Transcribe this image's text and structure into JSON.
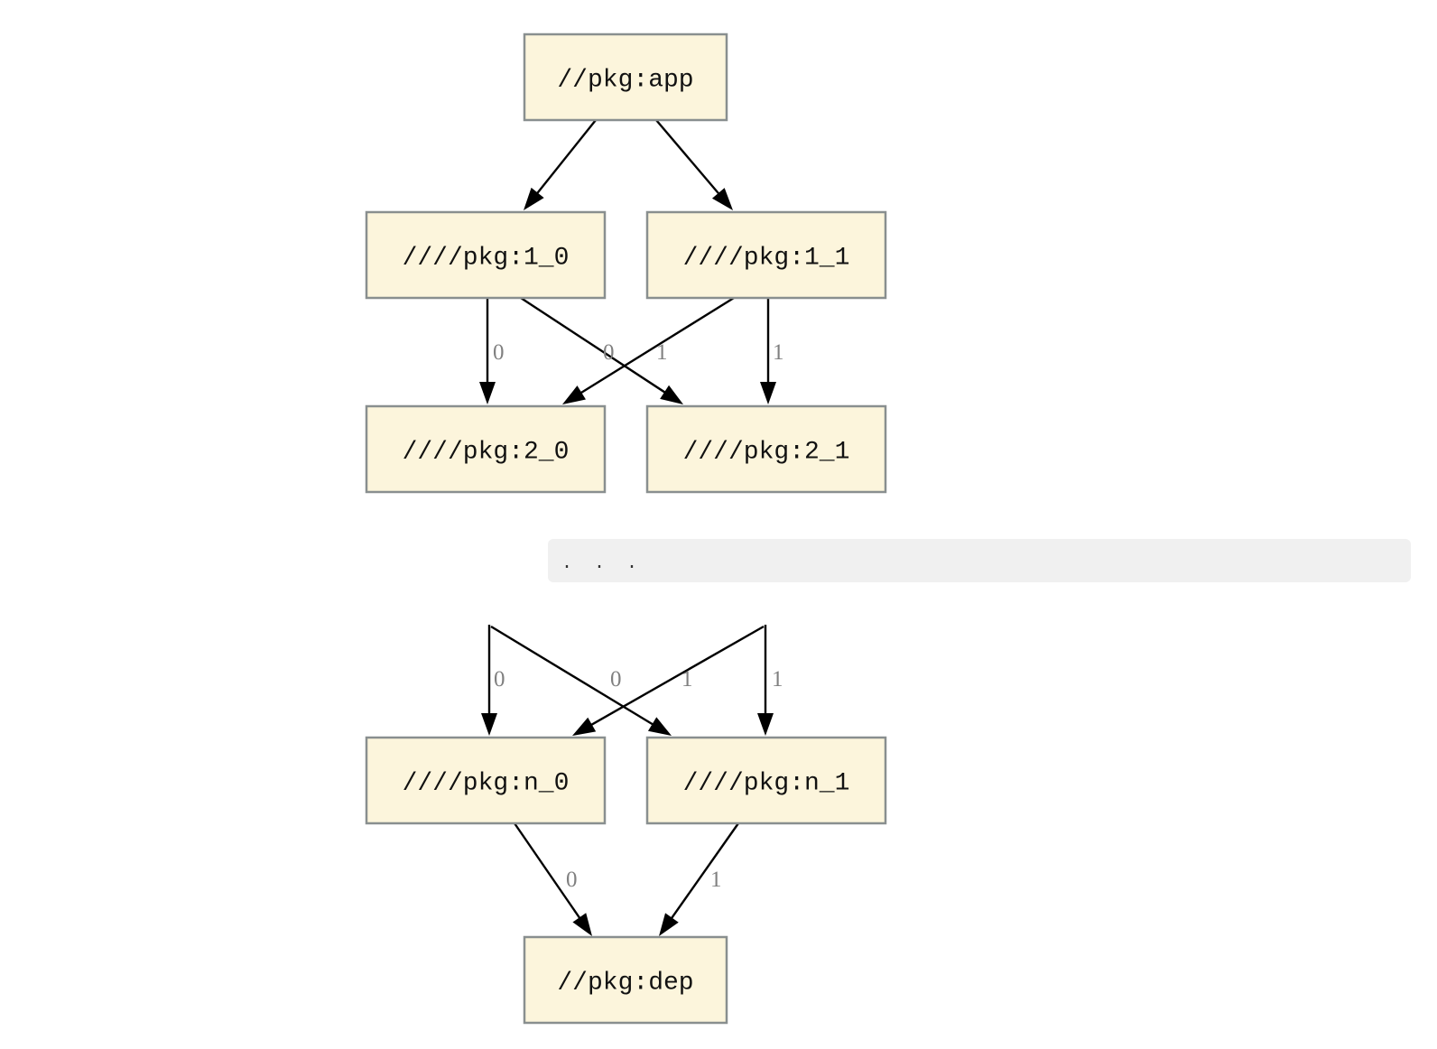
{
  "diagram": {
    "colors": {
      "node_fill": "#fcf5dc",
      "node_border": "#898f8f",
      "node_text": "#111111",
      "edge": "#000000",
      "edge_label": "#808080",
      "band_bg": "#f0f0f0",
      "band_text": "#333333"
    },
    "upper_graph": {
      "nodes": [
        {
          "id": "app",
          "label": "//pkg:app"
        },
        {
          "id": "l1_0",
          "label": "////pkg:1_0"
        },
        {
          "id": "l1_1",
          "label": "////pkg:1_1"
        },
        {
          "id": "l2_0",
          "label": "////pkg:2_0"
        },
        {
          "id": "l2_1",
          "label": "////pkg:2_1"
        }
      ],
      "edges": [
        {
          "id": "app-l1_0",
          "from": "app",
          "to": "l1_0",
          "label": ""
        },
        {
          "id": "app-l1_1",
          "from": "app",
          "to": "l1_1",
          "label": ""
        },
        {
          "id": "l1_0-l2_0",
          "from": "l1_0",
          "to": "l2_0",
          "label": "0"
        },
        {
          "id": "l1_0-l2_1",
          "from": "l1_0",
          "to": "l2_1",
          "label": "1"
        },
        {
          "id": "l1_1-l2_0",
          "from": "l1_1",
          "to": "l2_0",
          "label": "0"
        },
        {
          "id": "l1_1-l2_1",
          "from": "l1_1",
          "to": "l2_1",
          "label": "1"
        }
      ]
    },
    "ellipsis_band": {
      "text": ". . ."
    },
    "lower_graph": {
      "nodes": [
        {
          "id": "ln_0",
          "label": "////pkg:n_0"
        },
        {
          "id": "ln_1",
          "label": "////pkg:n_1"
        },
        {
          "id": "dep",
          "label": "//pkg:dep"
        }
      ],
      "edges": [
        {
          "id": "s0-ln_0",
          "from": "ellipsis",
          "to": "ln_0",
          "label": "0"
        },
        {
          "id": "s1-ln_0",
          "from": "ellipsis",
          "to": "ln_0",
          "label": "0"
        },
        {
          "id": "s0-ln_1",
          "from": "ellipsis",
          "to": "ln_1",
          "label": "1"
        },
        {
          "id": "s1-ln_1",
          "from": "ellipsis",
          "to": "ln_1",
          "label": "1"
        },
        {
          "id": "ln_0-dep",
          "from": "ln_0",
          "to": "dep",
          "label": "0"
        },
        {
          "id": "ln_1-dep",
          "from": "ln_1",
          "to": "dep",
          "label": "1"
        }
      ]
    }
  }
}
